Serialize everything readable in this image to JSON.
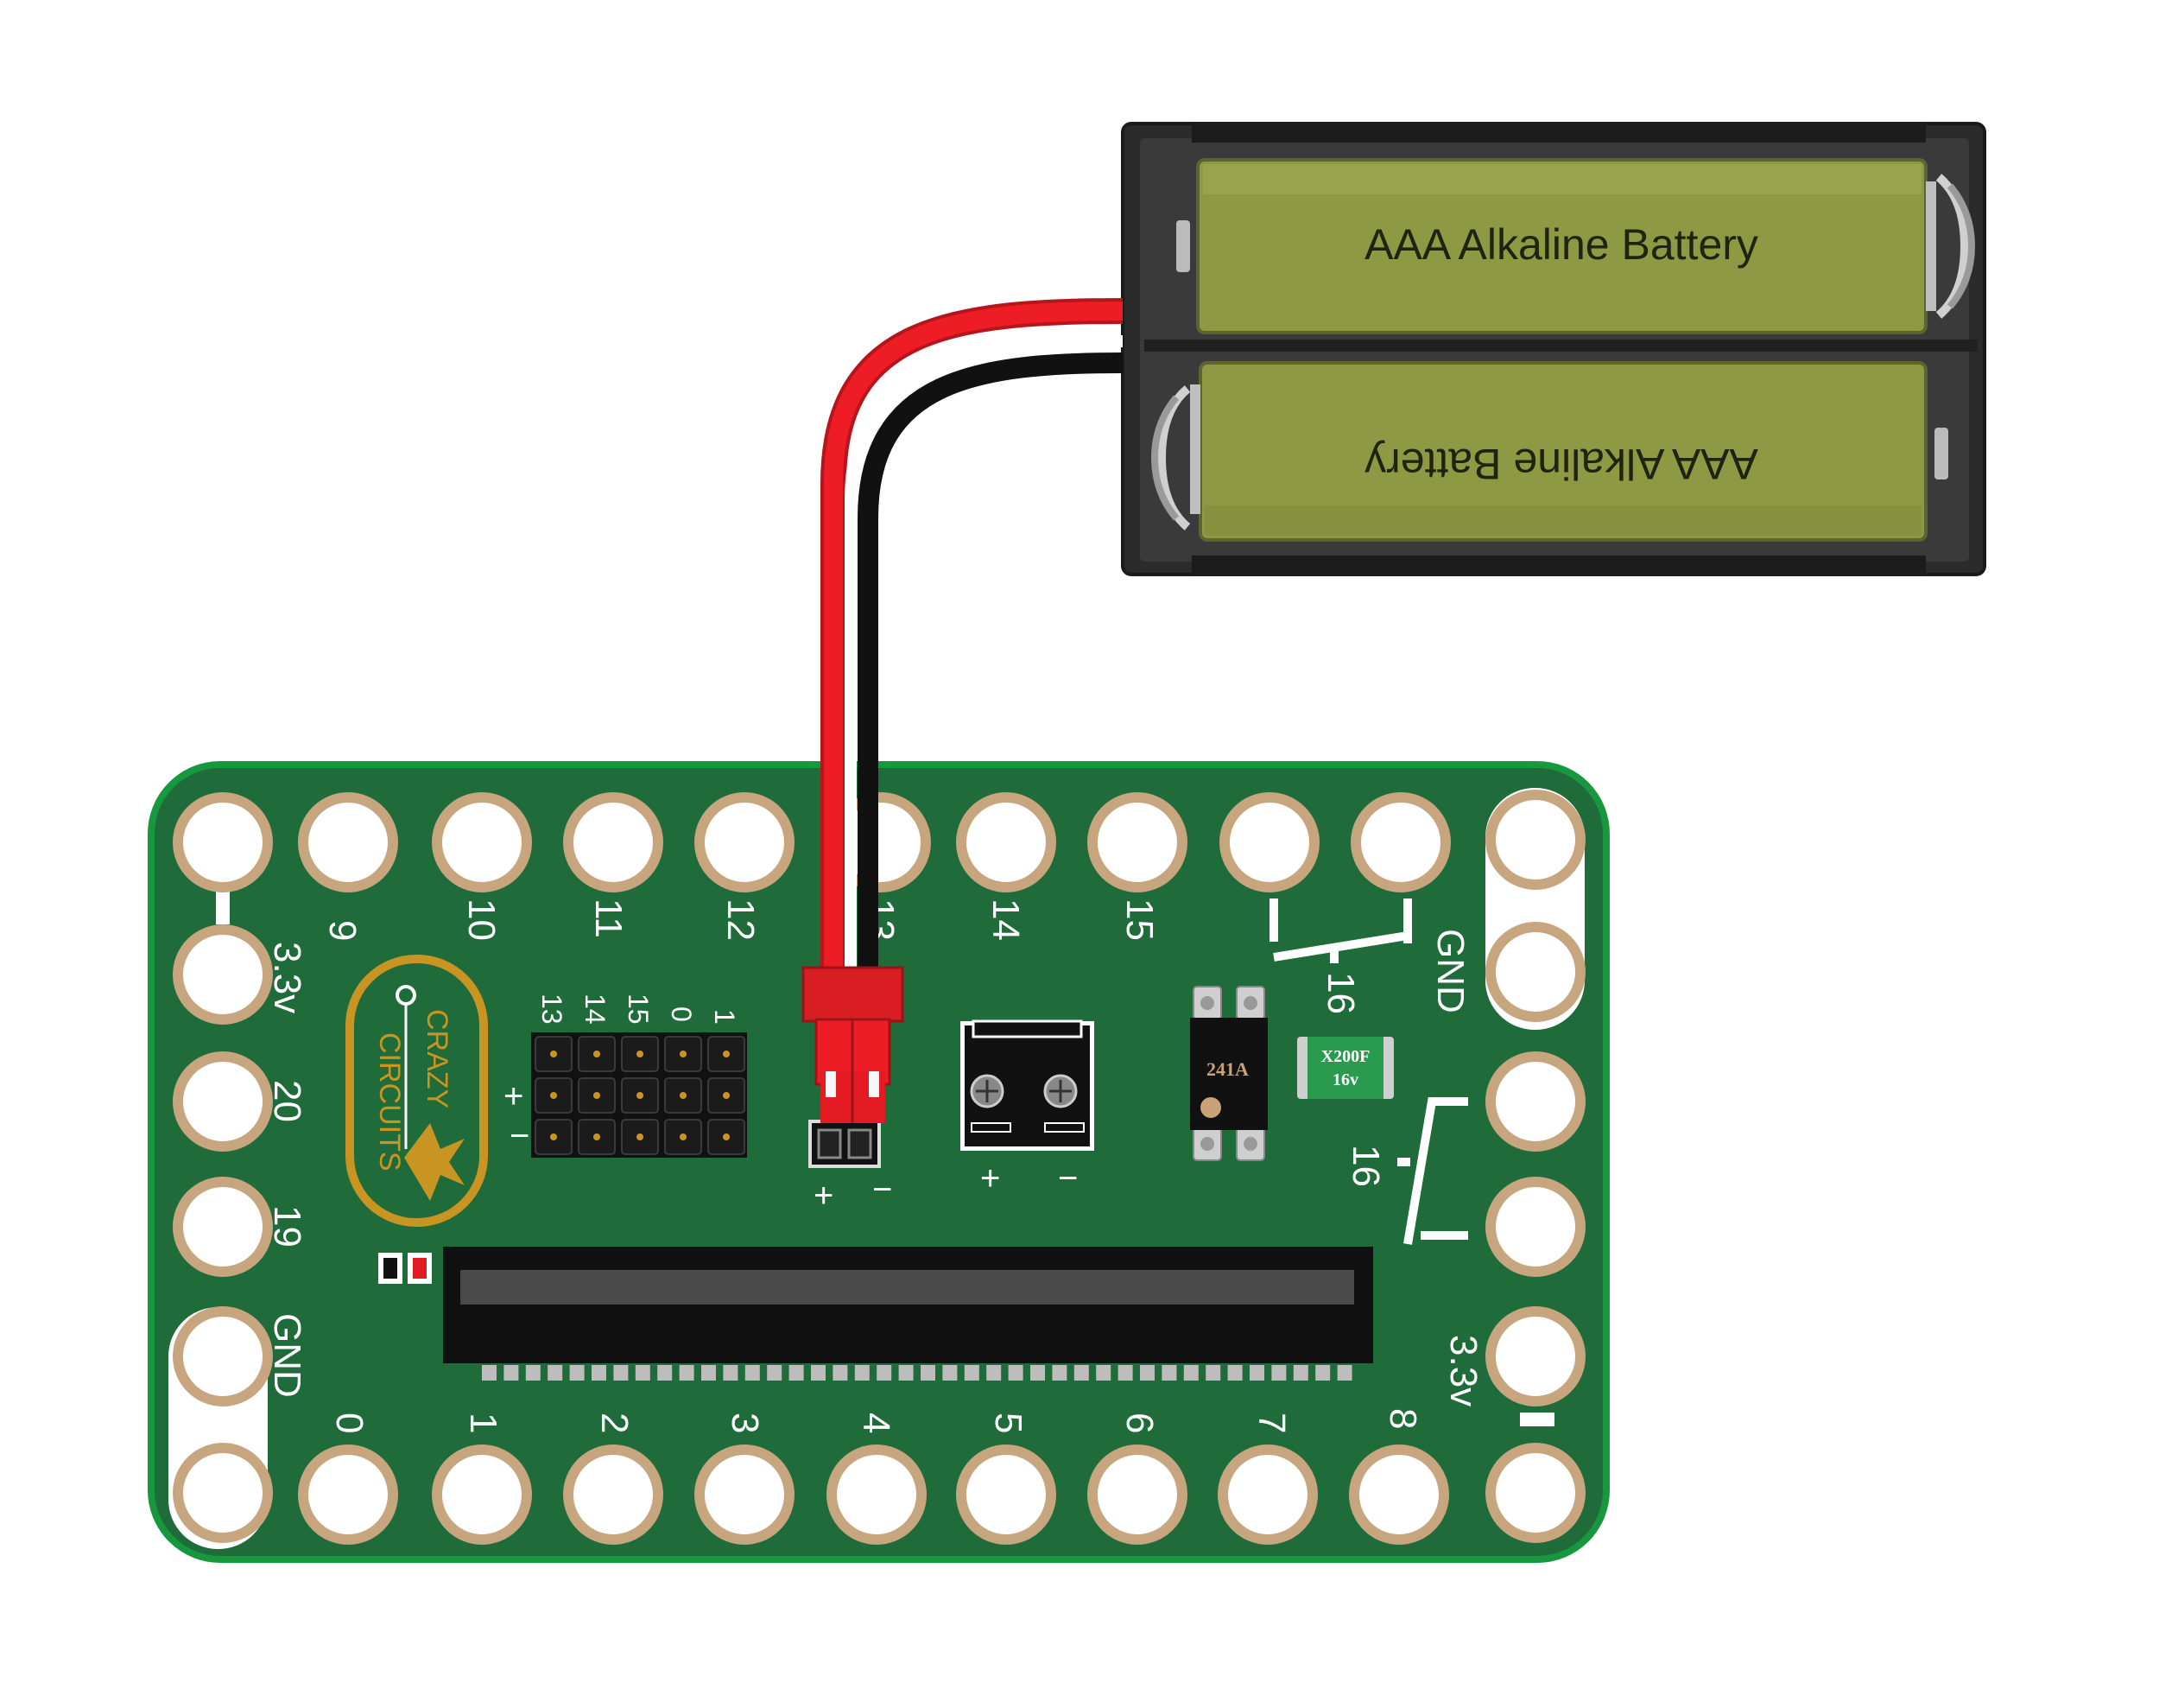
{
  "battery": {
    "top_label": "AAA Alkaline Battery",
    "bottom_label": "AAA Alkaline Battery"
  },
  "board": {
    "logo_line1": "CRAZY",
    "logo_line2": "CIRCUITS",
    "top_pins": [
      "9",
      "10",
      "11",
      "12",
      "13",
      "14",
      "15"
    ],
    "bottom_pins": [
      "0",
      "1",
      "2",
      "3",
      "4",
      "5",
      "6",
      "7",
      "8"
    ],
    "left_labels": {
      "v33": "3.3v",
      "p20": "20",
      "p19": "19",
      "gnd": "GND"
    },
    "right_labels": {
      "gnd": "GND",
      "p16a": "16",
      "p16b": "16",
      "v33": "3.3v"
    },
    "header_labels": [
      "13",
      "14",
      "15",
      "0",
      "1"
    ],
    "header_rail_plus": "+",
    "header_rail_minus": "−",
    "jst_plus": "+",
    "jst_minus": "−",
    "terminal_plus": "+",
    "terminal_minus": "−",
    "ic_label": "241A",
    "fuse_line1": "X200F",
    "fuse_line2": "16v"
  },
  "colors": {
    "board_green": "#1f6b3a",
    "board_edge": "#17973e",
    "pad_ring": "#c7a57f",
    "battery_green": "#8e9a43",
    "wire_red": "#ee1c24",
    "wire_black": "#111111",
    "logo_gold": "#c99522"
  }
}
